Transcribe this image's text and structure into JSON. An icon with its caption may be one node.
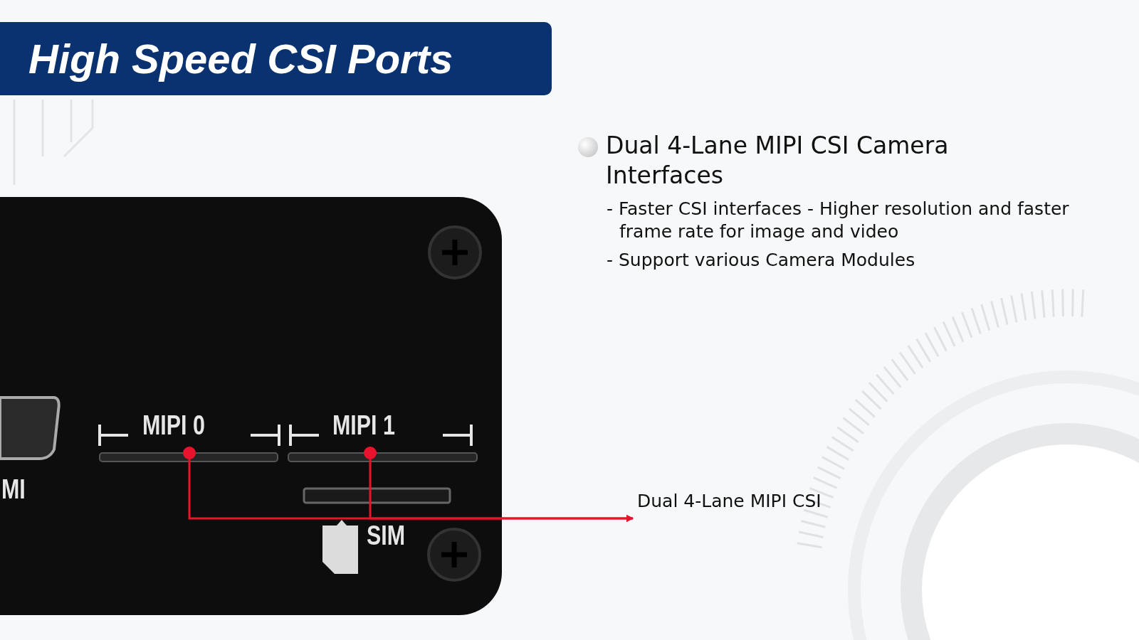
{
  "diagram": {
    "title": "High Speed CSI Ports",
    "nodes": [
      {
        "text": [],
        "shape": "picture"
      },
      {
        "text": [],
        "shape": "circle",
        "in": 0
      },
      {
        "text": [],
        "shape": "circle",
        "in": 0
      },
      {
        "text": [
          "Dual 4-Lane MIPI CSI"
        ]
      }
    ],
    "edges": [
      {
        "from": 1,
        "to": 3,
        "arrow": "to",
        "color": "#e8132d"
      },
      {
        "from": 2,
        "to": 3,
        "arrow": "to",
        "color": "#e8132d"
      }
    ],
    "labels": [
      "Dual 4-Lane MIPI CSI Camera Interfaces",
      "- Faster CSI interfaces - Higher resolution and faster frame rate for image and video",
      "- Support various Camera Modules",
      "MIPI 0",
      "MIPI 1",
      "SIM",
      "MI"
    ]
  }
}
